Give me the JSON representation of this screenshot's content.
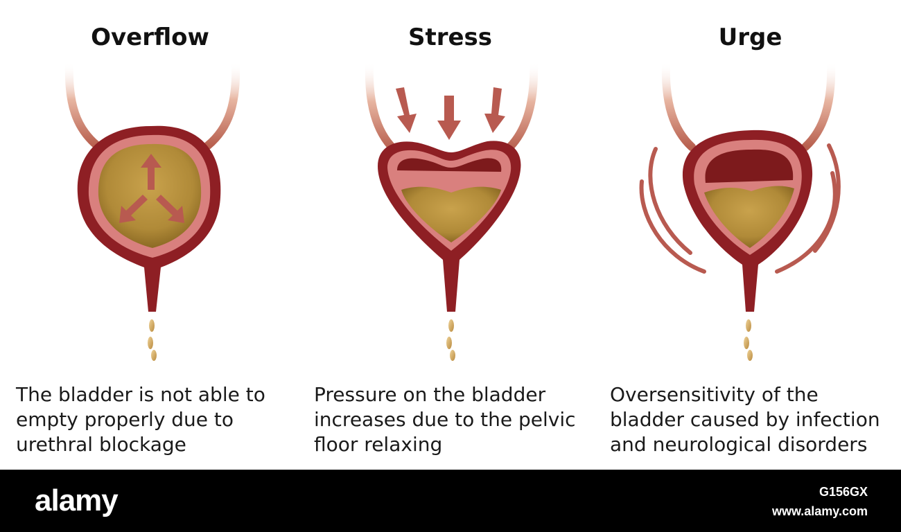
{
  "panels": [
    {
      "title": "Overflow",
      "caption": [
        "The bladder is not able to",
        "empty properly due to",
        "urethral blockage"
      ]
    },
    {
      "title": "Stress",
      "caption": [
        "Pressure on the bladder",
        "increases due to the pelvic",
        "floor relaxing"
      ]
    },
    {
      "title": "Urge",
      "caption": [
        "Oversensitivity of the",
        "bladder caused by infection",
        "and neurological disorders"
      ]
    }
  ],
  "footer": {
    "brand": "alamy",
    "image_id": "G156GX",
    "url": "www.alamy.com"
  },
  "colors": {
    "bladder_wall": "#8e1f24",
    "bladder_inner": "#d9807e",
    "urine": "#b8943d",
    "arrow": "#b85a50",
    "ureter": "#d89a86",
    "footer_bg": "#000000"
  }
}
